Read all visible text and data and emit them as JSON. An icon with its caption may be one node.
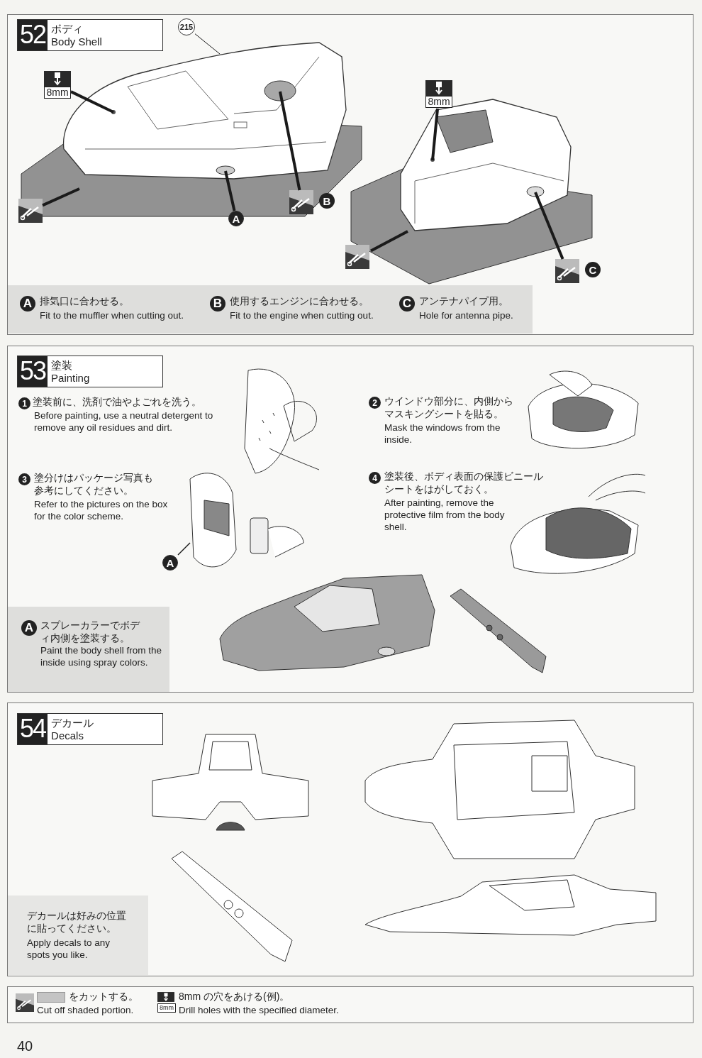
{
  "diagram": {
    "nodes": [
      {
        "text": [
          "52",
          "ボディ",
          "Body Shell"
        ]
      },
      {
        "text": [],
        "shape": "picture"
      },
      {
        "text": [],
        "shape": "picture"
      },
      {
        "text": [
          "215"
        ]
      },
      {
        "text": [
          "8mm"
        ]
      },
      {
        "text": [],
        "shape": "picture"
      },
      {
        "text": [
          "A"
        ]
      },
      {
        "text": [],
        "shape": "picture",
        "beside": [
          "B"
        ]
      },
      {
        "text": [
          "8mm"
        ]
      },
      {
        "text": [],
        "shape": "picture"
      },
      {
        "text": [],
        "shape": "picture",
        "beside": [
          "C"
        ]
      },
      {
        "text": [
          "53",
          "塗装",
          "Painting"
        ]
      },
      {
        "text": [],
        "shape": "picture"
      },
      {
        "text": [],
        "shape": "picture"
      },
      {
        "text": [],
        "shape": "picture"
      },
      {
        "text": [
          "A"
        ]
      },
      {
        "text": [],
        "shape": "picture"
      },
      {
        "text": [],
        "shape": "picture"
      },
      {
        "text": [],
        "shape": "picture"
      },
      {
        "text": [
          "54",
          "デカール",
          "Decals"
        ]
      },
      {
        "text": [],
        "shape": "picture"
      },
      {
        "text": [],
        "shape": "picture"
      },
      {
        "text": [],
        "shape": "picture"
      },
      {
        "text": [],
        "shape": "picture"
      }
    ],
    "edges": [
      {
        "from": 3,
        "to": 1,
        "arrow": "none"
      },
      {
        "from": 4,
        "to": 1,
        "arrow": "none"
      },
      {
        "from": 5,
        "to": 1,
        "arrow": "none"
      },
      {
        "from": 6,
        "to": 1,
        "arrow": "none"
      },
      {
        "from": 7,
        "to": 1,
        "arrow": "none"
      },
      {
        "from": 8,
        "to": 2,
        "arrow": "none"
      },
      {
        "from": 9,
        "to": 2,
        "arrow": "none"
      },
      {
        "from": 10,
        "to": 2,
        "arrow": "none"
      },
      {
        "from": 15,
        "to": 14,
        "arrow": "none"
      }
    ],
    "labels": [
      "A",
      "排気口に合わせる。",
      "Fit to the muffler when cutting out.",
      "B",
      "使用するエンジンに合わせる。",
      "Fit to the engine when cutting out.",
      "C",
      "アンテナパイプ用。",
      "Hole for antenna pipe.",
      "1",
      "塗装前に、洗剤で油やよごれを洗う。",
      "Before painting, use a neutral detergent to remove any oil residues and dirt.",
      "2",
      "ウインドウ部分に、内側からマスキングシートを貼る。",
      "Mask the windows from the inside.",
      "3",
      "塗分けはパッケージ写真も参考にしてください。",
      "Refer to the pictures on the box for the color scheme.",
      "4",
      "塗装後、ボディ表面の保護ビニールシートをはがしておく。",
      "After painting, remove the protective film from the body shell.",
      "A",
      "スプレーカラーでボディ内側を塗装する。",
      "Paint the body shell from the inside using spray colors.",
      "デカールは好みの位置に貼ってください。",
      "Apply decals to any spots you like.",
      "Cut off shaded portion.",
      "8mm",
      "Drill holes with the specified diameter.",
      "40"
    ],
    "legend": [
      {
        "text": "をカットする。",
        "color": "#c4c4c4"
      },
      {
        "text": "8mm の穴をあける(例)。"
      }
    ]
  }
}
